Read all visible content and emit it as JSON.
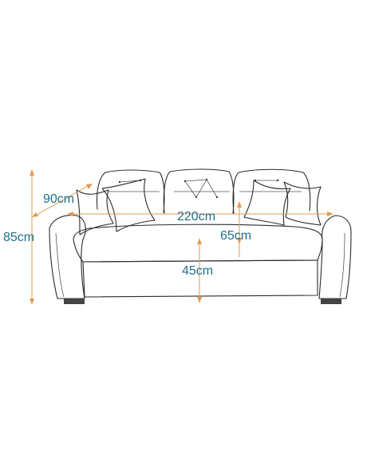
{
  "dimensions": {
    "depth": "90cm",
    "height": "85cm",
    "width": "220cm",
    "seat_depth": "65cm",
    "seat_height": "45cm"
  },
  "colors": {
    "dimension_text": "#1f6f8b",
    "dimension_line": "#e39a4e",
    "outline": "#2b2b2b"
  }
}
